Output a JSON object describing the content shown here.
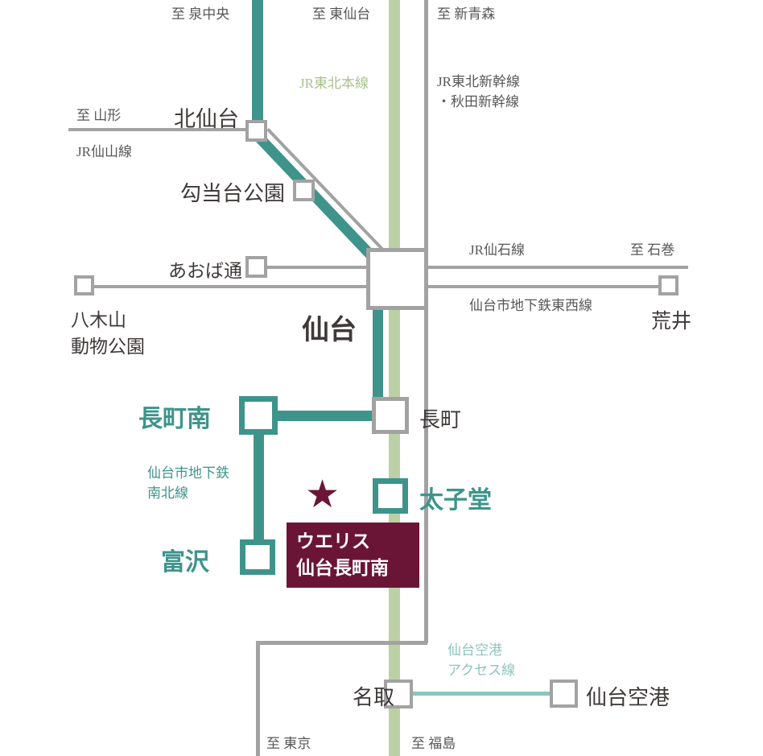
{
  "colors": {
    "teal": "#3E948B",
    "teal_text": "#3E948B",
    "light_green": "#BCD0A5",
    "light_green_text": "#A9C18D",
    "gray_line": "#A2A2A2",
    "light_teal": "#8CC5BE",
    "maroon": "#6B1536",
    "text_dark": "#3F3A39",
    "text_gray": "#595757"
  },
  "endpoints": {
    "izumi_chuo": "至 泉中央",
    "higashi_sendai": "至 東仙台",
    "shin_aomori": "至 新青森",
    "yamagata": "至 山形",
    "ishinomaki": "至 石巻",
    "tokyo": "至 東京",
    "fukushima": "至 福島"
  },
  "lines": {
    "jr_tohoku_main": "JR東北本線",
    "jr_shinkansen": [
      "JR東北新幹線",
      "・秋田新幹線"
    ],
    "jr_senzan": "JR仙山線",
    "jr_senseki": "JR仙石線",
    "subway_tozai": "仙台市地下鉄東西線",
    "subway_namboku": [
      "仙台市地下鉄",
      "南北線"
    ],
    "airport_access": [
      "仙台空港",
      "アクセス線"
    ]
  },
  "stations": {
    "kita_sendai": "北仙台",
    "kotodai_koen": "勾当台公園",
    "aoba_dori": "あおば通",
    "yagiyama": [
      "八木山",
      "動物公園"
    ],
    "arai": "荒井",
    "sendai": "仙台",
    "nagamachi": "長町",
    "nagamachi_minami": "長町南",
    "taishido": "太子堂",
    "tomizawa": "富沢",
    "natori": "名取",
    "sendai_airport": "仙台空港"
  },
  "property": {
    "star": "★",
    "name": [
      "ウエリス",
      "仙台長町南"
    ]
  }
}
